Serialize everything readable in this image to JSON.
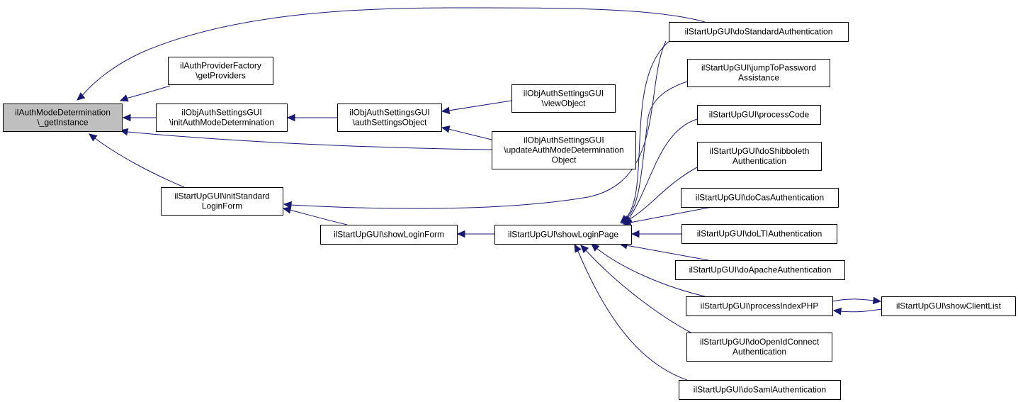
{
  "diagram": {
    "type": "call-graph",
    "colors": {
      "edge": "#191970",
      "root_fill": "#bfbfbf",
      "node_fill": "#ffffff",
      "border": "#000000"
    },
    "nodes": [
      {
        "id": "root",
        "lines": [
          "ilAuthModeDetermination",
          "\\_getInstance"
        ],
        "root": true
      },
      {
        "id": "providers",
        "lines": [
          "ilAuthProviderFactory",
          "\\getProviders"
        ]
      },
      {
        "id": "initAuthMode",
        "lines": [
          "ilObjAuthSettingsGUI",
          "\\initAuthModeDetermination"
        ]
      },
      {
        "id": "authSettingsObject",
        "lines": [
          "ilObjAuthSettingsGUI",
          "\\authSettingsObject"
        ]
      },
      {
        "id": "viewObject",
        "lines": [
          "ilObjAuthSettingsGUI",
          "\\viewObject"
        ]
      },
      {
        "id": "updateAuth",
        "lines": [
          "ilObjAuthSettingsGUI",
          "\\updateAuthModeDetermination",
          "Object"
        ]
      },
      {
        "id": "initStdLogin",
        "lines": [
          "ilStartUpGUI\\initStandard",
          "LoginForm"
        ]
      },
      {
        "id": "showLoginForm",
        "lines": [
          "ilStartUpGUI\\showLoginForm"
        ]
      },
      {
        "id": "showLoginPage",
        "lines": [
          "ilStartUpGUI\\showLoginPage"
        ]
      },
      {
        "id": "doStdAuth",
        "lines": [
          "ilStartUpGUI\\doStandardAuthentication"
        ]
      },
      {
        "id": "jumpPwd",
        "lines": [
          "ilStartUpGUI\\jumpToPassword",
          "Assistance"
        ]
      },
      {
        "id": "processCode",
        "lines": [
          "ilStartUpGUI\\processCode"
        ]
      },
      {
        "id": "doShib",
        "lines": [
          "ilStartUpGUI\\doShibboleth",
          "Authentication"
        ]
      },
      {
        "id": "doCas",
        "lines": [
          "ilStartUpGUI\\doCasAuthentication"
        ]
      },
      {
        "id": "doLTI",
        "lines": [
          "ilStartUpGUI\\doLTIAuthentication"
        ]
      },
      {
        "id": "doApache",
        "lines": [
          "ilStartUpGUI\\doApacheAuthentication"
        ]
      },
      {
        "id": "processIndex",
        "lines": [
          "ilStartUpGUI\\processIndexPHP"
        ]
      },
      {
        "id": "showClientList",
        "lines": [
          "ilStartUpGUI\\showClientList"
        ]
      },
      {
        "id": "doOIDC",
        "lines": [
          "ilStartUpGUI\\doOpenIdConnect",
          "Authentication"
        ]
      },
      {
        "id": "doSaml",
        "lines": [
          "ilStartUpGUI\\doSamlAuthentication"
        ]
      }
    ],
    "edges": [
      {
        "from": "doStdAuth",
        "to": "root"
      },
      {
        "from": "providers",
        "to": "root"
      },
      {
        "from": "initAuthMode",
        "to": "root"
      },
      {
        "from": "updateAuth",
        "to": "root"
      },
      {
        "from": "initStdLogin",
        "to": "root"
      },
      {
        "from": "authSettingsObject",
        "to": "initAuthMode"
      },
      {
        "from": "viewObject",
        "to": "authSettingsObject"
      },
      {
        "from": "updateAuth",
        "to": "authSettingsObject"
      },
      {
        "from": "doStdAuth",
        "to": "initStdLogin"
      },
      {
        "from": "showLoginForm",
        "to": "initStdLogin"
      },
      {
        "from": "showLoginPage",
        "to": "showLoginForm"
      },
      {
        "from": "doStdAuth",
        "to": "showLoginPage"
      },
      {
        "from": "jumpPwd",
        "to": "showLoginPage"
      },
      {
        "from": "processCode",
        "to": "showLoginPage"
      },
      {
        "from": "doShib",
        "to": "showLoginPage"
      },
      {
        "from": "doCas",
        "to": "showLoginPage"
      },
      {
        "from": "doLTI",
        "to": "showLoginPage"
      },
      {
        "from": "doApache",
        "to": "showLoginPage"
      },
      {
        "from": "processIndex",
        "to": "showLoginPage"
      },
      {
        "from": "doOIDC",
        "to": "showLoginPage"
      },
      {
        "from": "doSaml",
        "to": "showLoginPage"
      },
      {
        "from": "processIndex",
        "to": "showClientList"
      },
      {
        "from": "showClientList",
        "to": "processIndex"
      }
    ]
  }
}
